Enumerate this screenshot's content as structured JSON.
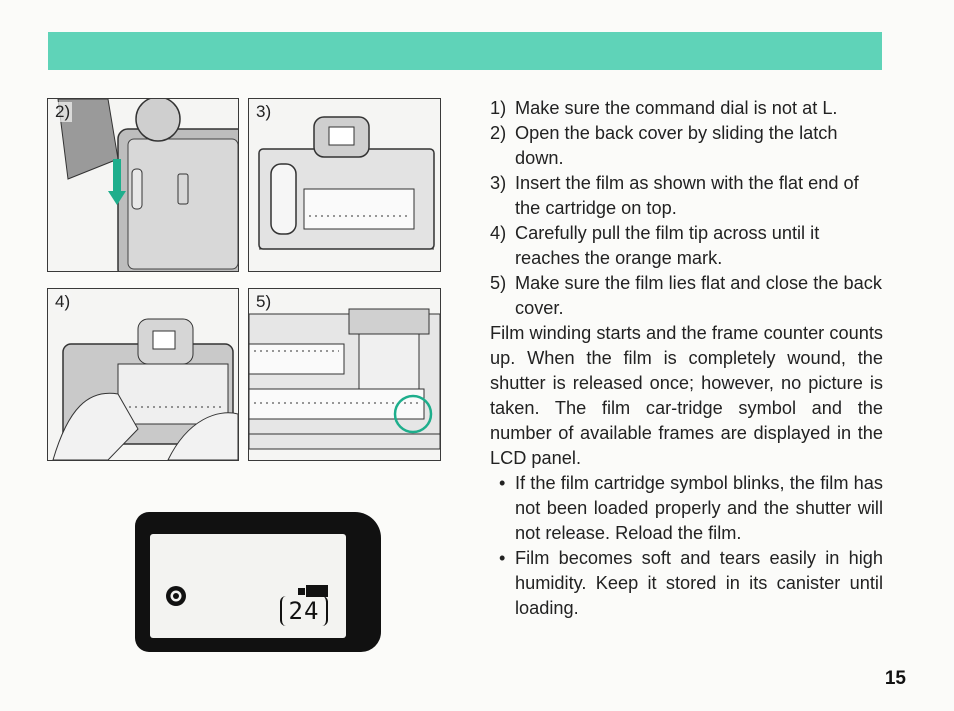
{
  "header_band_color": "#5fd3b8",
  "figures": [
    {
      "label": "2)",
      "icon": "camera-latch-slide-illustration"
    },
    {
      "label": "3)",
      "icon": "film-cartridge-insert-illustration"
    },
    {
      "label": "4)",
      "icon": "film-tip-pull-illustration"
    },
    {
      "label": "5)",
      "icon": "film-flat-orange-mark-illustration"
    }
  ],
  "lcd": {
    "cartridge_icon": "film-cartridge-icon",
    "counter": "24"
  },
  "steps": [
    {
      "num": "1)",
      "text": "Make sure the command dial is not at L."
    },
    {
      "num": "2)",
      "text": "Open the back cover by sliding the latch down."
    },
    {
      "num": "3)",
      "text": "Insert the film as shown with the flat end of the cartridge on top."
    },
    {
      "num": "4)",
      "text": "Carefully pull the film tip across until it reaches the orange mark."
    },
    {
      "num": "5)",
      "text": "Make sure the film lies flat and close the back cover."
    }
  ],
  "paragraph": "Film winding starts and the frame counter counts up. When the film is completely wound, the shutter is released once; however, no picture is taken. The film car-tridge symbol and the number of available frames are displayed in the LCD panel.",
  "bullets": [
    {
      "dot": "•",
      "text": "If the film cartridge symbol blinks, the film has not been loaded properly and the shutter will not release. Reload the film."
    },
    {
      "dot": "•",
      "text": "Film becomes soft and tears easily in high humidity. Keep it stored in its canister until loading."
    }
  ],
  "page_number": "15"
}
